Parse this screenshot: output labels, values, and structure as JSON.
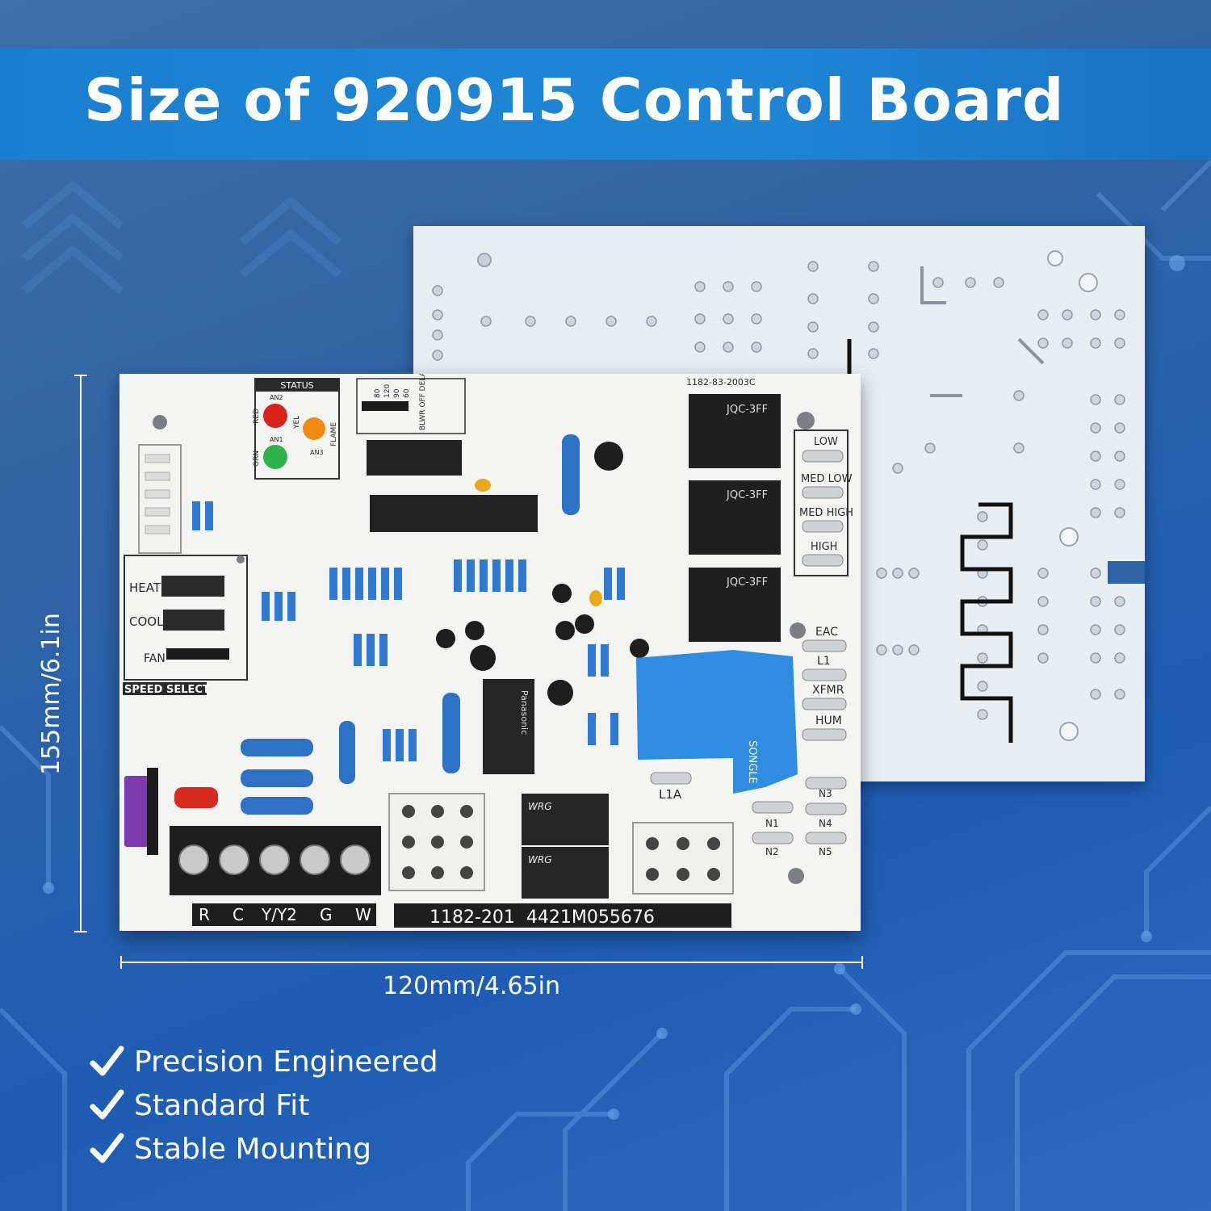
{
  "title": "Size of 920915 Control Board",
  "dimensions": {
    "height": "155mm/6.1in",
    "width": "120mm/4.65in"
  },
  "features": [
    {
      "label": "Precision Engineered"
    },
    {
      "label": "Standard Fit"
    },
    {
      "label": "Stable Mounting"
    }
  ],
  "board": {
    "part_code": "1182-83-2003C",
    "serial": "1182-201  4421M055676",
    "status_label": "STATUS",
    "led_labels": [
      "RED",
      "YEL",
      "GRN",
      "FLAME",
      "AN2",
      "AN1",
      "AN3"
    ],
    "switch_labels": [
      "HEAT",
      "COOL",
      "FAN"
    ],
    "speed_select": "SPEED SELECT",
    "speed_taps": [
      "LOW",
      "MED LOW",
      "MED HIGH",
      "HIGH"
    ],
    "right_terminals": [
      "EAC",
      "L1",
      "XFMR",
      "HUM"
    ],
    "neutral_terminals": [
      "N1",
      "N2",
      "N3",
      "N4",
      "N5"
    ],
    "l1a": "L1A",
    "terminal_block": [
      "R",
      "C",
      "Y/Y2",
      "G",
      "W"
    ],
    "relay_text": "JQC-3FF",
    "big_relay_text": "SONGLE",
    "delay_label": "BLWR OFF DELAY <HTG>",
    "delay_values": [
      "80",
      "120",
      "90",
      "60"
    ],
    "small_relays": [
      "WRG",
      "WRG"
    ],
    "panasonic": "Panasonic"
  },
  "colors": {
    "banner": "#1f86d6",
    "background": "#2f63a6",
    "board": "#f4f5f3",
    "text": "#ffffff"
  }
}
